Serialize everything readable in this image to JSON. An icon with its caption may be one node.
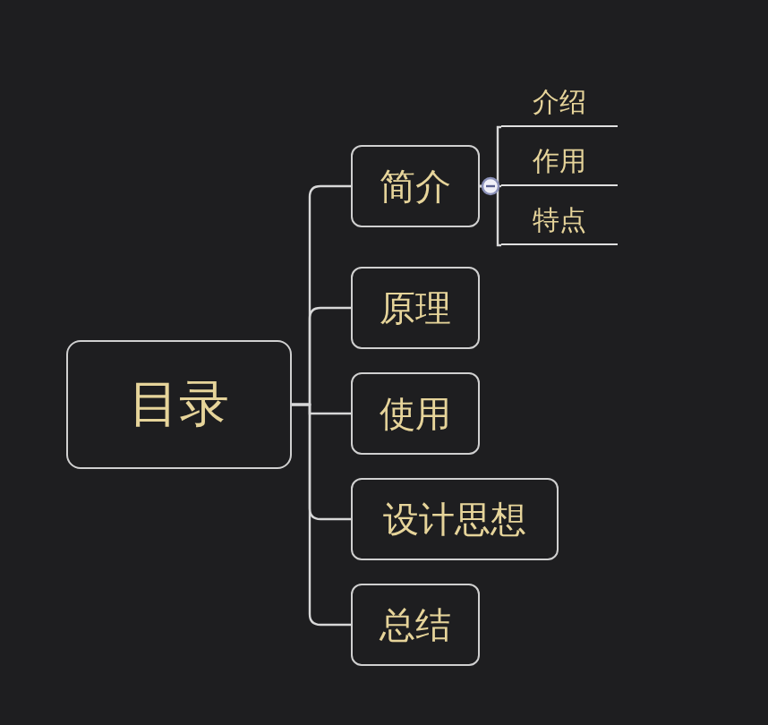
{
  "diagram": {
    "nodes": [
      {
        "text": [
          "目录"
        ]
      },
      {
        "text": [
          "简介"
        ]
      },
      {
        "text": [
          "原理"
        ]
      },
      {
        "text": [
          "使用"
        ]
      },
      {
        "text": [
          "设计思想"
        ]
      },
      {
        "text": [
          "总结"
        ]
      },
      {
        "text": [
          "介绍"
        ]
      },
      {
        "text": [
          "作用"
        ]
      },
      {
        "text": [
          "特点"
        ]
      }
    ],
    "edges": [
      {
        "from": 0,
        "to": 1,
        "arrow": "none"
      },
      {
        "from": 0,
        "to": 2,
        "arrow": "none"
      },
      {
        "from": 0,
        "to": 3,
        "arrow": "none"
      },
      {
        "from": 0,
        "to": 4,
        "arrow": "none"
      },
      {
        "from": 0,
        "to": 5,
        "arrow": "none"
      },
      {
        "from": 1,
        "to": 6,
        "arrow": "none"
      },
      {
        "from": 1,
        "to": 7,
        "arrow": "none"
      },
      {
        "from": 1,
        "to": 8,
        "arrow": "none"
      }
    ]
  }
}
